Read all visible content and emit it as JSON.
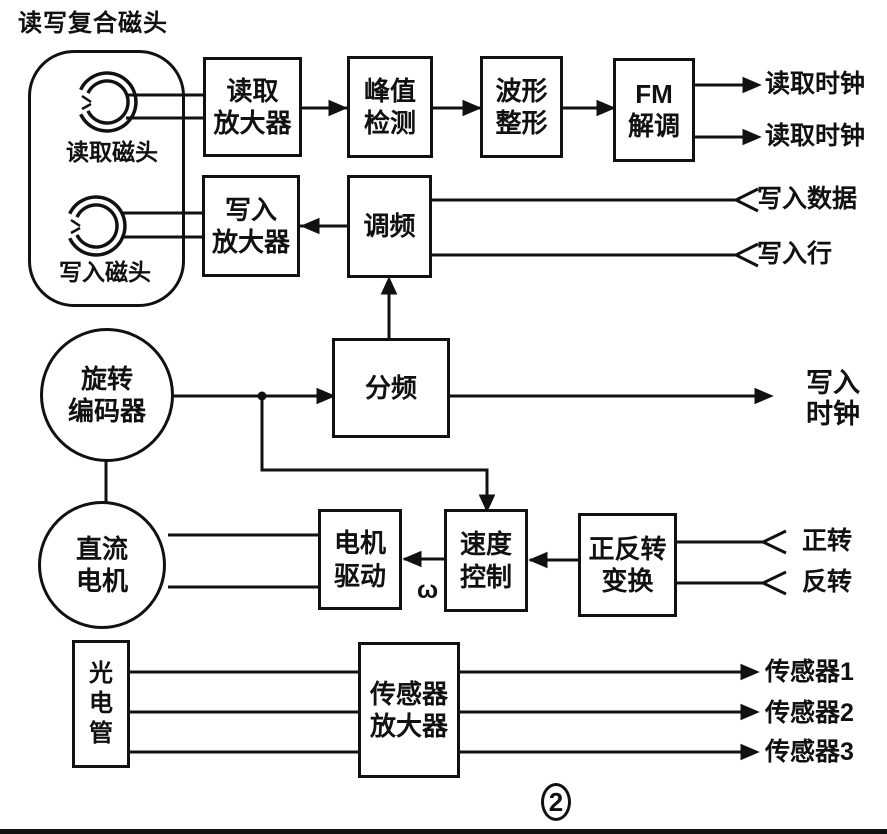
{
  "heads": {
    "enclosure_label": "读写复合磁头",
    "read_head_label": "读取磁头",
    "write_head_label": "写入磁头"
  },
  "blocks": {
    "read_amp": "读取\n放大器",
    "peak_detect": "峰值\n检测",
    "wave_shape": "波形\n整形",
    "fm_demod": "FM\n解调",
    "write_amp": "写入\n放大器",
    "fm_mod": "调频",
    "freq_divider": "分频",
    "rotary_encoder": "旋转\n编码器",
    "dc_motor": "直流\n电机",
    "motor_drive": "电机\n驱动",
    "speed_control": "速度\n控制",
    "fwd_rev_convert": "正反转\n变换",
    "photocell": "光\n电\n管",
    "sensor_amp": "传感器\n放大器"
  },
  "ports": {
    "read_clock_1": "读取时钟",
    "read_clock_2": "读取时钟",
    "write_data": "写入数据",
    "write_line": "写入行",
    "write_clock": "写入\n时钟",
    "forward": "正转",
    "reverse": "反转",
    "sensor_1": "传感器1",
    "sensor_2": "传感器2",
    "sensor_3": "传感器3"
  },
  "annotations": {
    "omega_mark": "ω",
    "figure_number": "2"
  },
  "colors": {
    "ink": "#111111",
    "paper": "#ffffff"
  }
}
